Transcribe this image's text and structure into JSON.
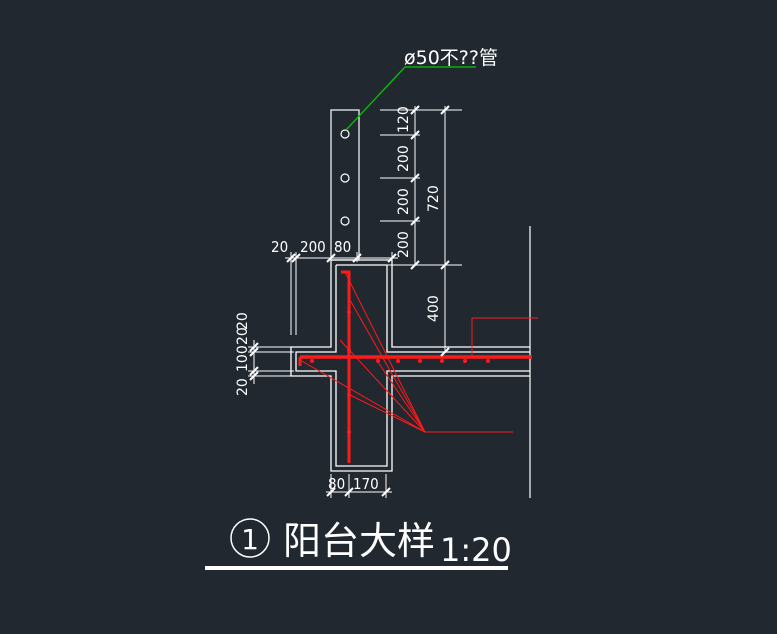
{
  "drawing": {
    "pipe_note": "ø50不??管",
    "title_number": "1",
    "title_text": "阳台大样",
    "title_scale": "1:20"
  },
  "dimensions": {
    "vertical_right": [
      "120",
      "200",
      "200",
      "200",
      "720",
      "400"
    ],
    "horizontal_top": [
      "20",
      "200",
      "80"
    ],
    "vertical_left": [
      "20",
      "100",
      "20",
      "20"
    ],
    "horizontal_bottom": [
      "80",
      "170"
    ]
  },
  "colors": {
    "background": "#212830",
    "outline": "#ffffff",
    "rebar": "#ff1a1a",
    "leader": "#00c800"
  }
}
